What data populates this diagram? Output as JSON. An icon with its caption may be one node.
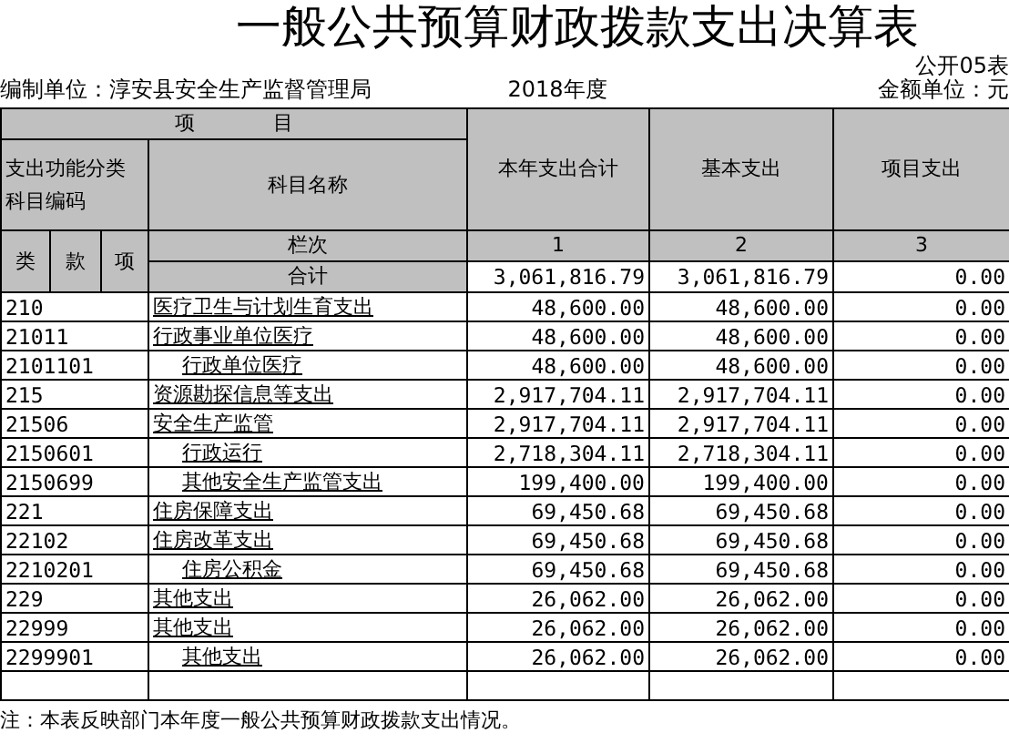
{
  "diagram": {
    "title": "一般公共预算财政拨款支出决算表",
    "caption": "注：本表反映部门本年度一般公共预算财政拨款支出情况。",
    "labels": [
      "公开05表",
      "编制单位：淳安县安全生产监督管理局",
      "2018年度",
      "金额单位：元",
      "项 目",
      "支出功能分类科目编码",
      "科目名称",
      "本年支出合计",
      "基本支出",
      "项目支出",
      "类",
      "款",
      "项",
      "栏次",
      "1",
      "2",
      "3",
      "合计",
      "3,061,816.79",
      "3,061,816.79",
      "0.00",
      "210",
      "医疗卫生与计划生育支出",
      "48,600.00",
      "48,600.00",
      "0.00",
      "21011",
      "行政事业单位医疗",
      "48,600.00",
      "48,600.00",
      "0.00",
      "2101101",
      "行政单位医疗",
      "48,600.00",
      "48,600.00",
      "0.00",
      "215",
      "资源勘探信息等支出",
      "2,917,704.11",
      "2,917,704.11",
      "0.00",
      "21506",
      "安全生产监管",
      "2,917,704.11",
      "2,917,704.11",
      "0.00",
      "2150601",
      "行政运行",
      "2,718,304.11",
      "2,718,304.11",
      "0.00",
      "2150699",
      "其他安全生产监管支出",
      "199,400.00",
      "199,400.00",
      "0.00",
      "221",
      "住房保障支出",
      "69,450.68",
      "69,450.68",
      "0.00",
      "22102",
      "住房改革支出",
      "69,450.68",
      "69,450.68",
      "0.00",
      "2210201",
      "住房公积金",
      "69,450.68",
      "69,450.68",
      "0.00",
      "229",
      "其他支出",
      "26,062.00",
      "26,062.00",
      "0.00",
      "22999",
      "其他支出",
      "26,062.00",
      "26,062.00",
      "0.00",
      "2299901",
      "其他支出",
      "26,062.00",
      "26,062.00",
      "0.00"
    ]
  }
}
